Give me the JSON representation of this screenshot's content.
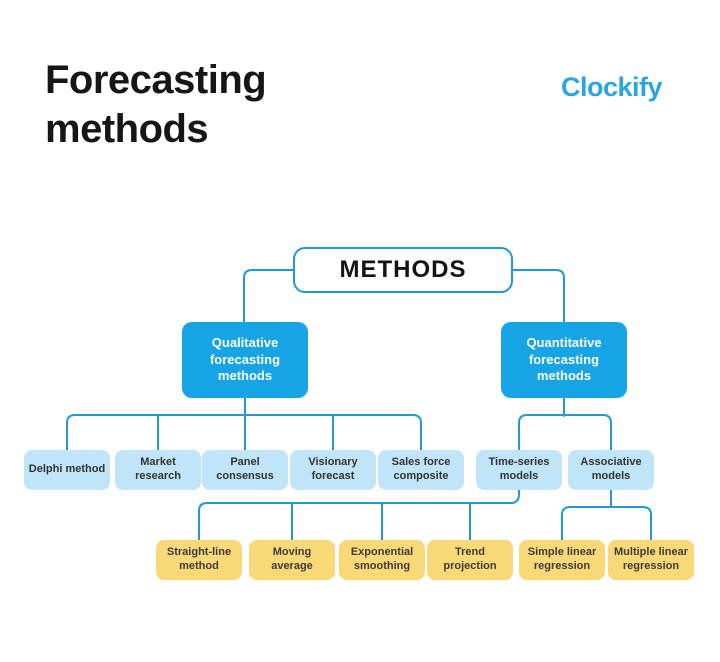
{
  "header": {
    "title_line1": "Forecasting",
    "title_line2": "methods",
    "logo_text": "Clockify"
  },
  "colors": {
    "brand_blue": "#16a4e6",
    "line_blue": "#2199d3",
    "light_blue": "#c0e4f8",
    "yellow": "#f9d877",
    "logo_blue": "#29a6e1"
  },
  "diagram": {
    "root_label": "METHODS",
    "branches": [
      {
        "label": "Qualitative forecasting methods",
        "children": [
          "Delphi method",
          "Market research",
          "Panel consensus",
          "Visionary forecast",
          "Sales force composite"
        ]
      },
      {
        "label": "Quantitative forecasting methods",
        "children": [
          "Time-series models",
          "Associative models"
        ]
      }
    ],
    "time_series_children": [
      "Straight-line method",
      "Moving average",
      "Exponential smoothing",
      "Trend projection"
    ],
    "associative_children": [
      "Simple linear regression",
      "Multiple linear regression"
    ]
  }
}
